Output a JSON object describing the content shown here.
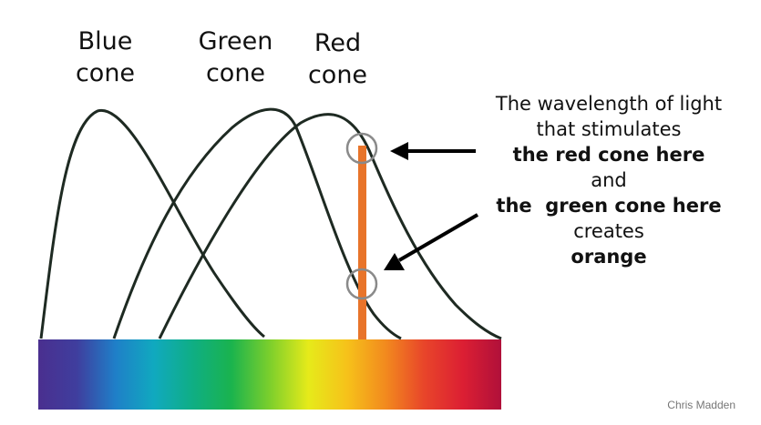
{
  "cones": {
    "blue": {
      "line1": "Blue",
      "line2": "cone"
    },
    "green": {
      "line1": "Green",
      "line2": "cone"
    },
    "red": {
      "line1": "Red",
      "line2": "cone"
    }
  },
  "explanation": {
    "line1": "The wavelength of light",
    "line2": "that stimulates",
    "line3": "the red cone here",
    "line4": "and",
    "line5": "the  green cone here",
    "line6": "creates",
    "line7": "orange"
  },
  "credit": "Chris Madden",
  "colors": {
    "curve": "#1e2a22",
    "marker": "#e8742a",
    "circle": "#8a8a8a",
    "arrow": "#000000"
  },
  "spectrum_colors": [
    "#4a2f8f",
    "#3f3e9e",
    "#1f7fc8",
    "#10a9bf",
    "#0fae84",
    "#1ab34e",
    "#7ccf2c",
    "#e6ea1a",
    "#f6c21a",
    "#f28a1e",
    "#e8452a",
    "#dc1f33",
    "#b0103a"
  ]
}
